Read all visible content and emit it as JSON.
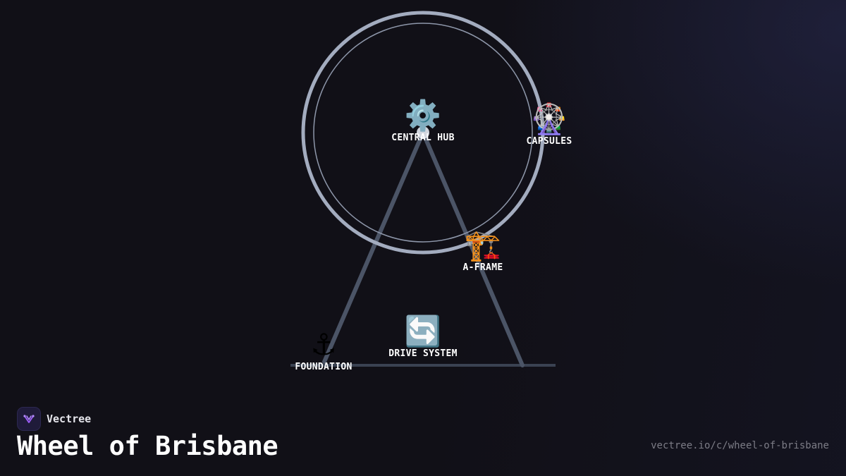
{
  "title": "Wheel of Brisbane",
  "brand": {
    "name": "Vectree",
    "logo_icon": "vectree-logo-icon",
    "logo_color": "#9b5cf6"
  },
  "url": "vectree.io/c/wheel-of-brisbane",
  "colors": {
    "background": "#111017",
    "wheel_rim": "#a3acbf",
    "structure": "#4b5466"
  },
  "nodes": {
    "hub": {
      "label": "CENTRAL HUB",
      "icon": "⚙️",
      "icon_name": "gear-icon"
    },
    "capsules": {
      "label": "CAPSULES",
      "icon": "🎡",
      "icon_name": "ferris-wheel-icon"
    },
    "aframe": {
      "label": "A-FRAME",
      "icon": "🏗️",
      "icon_name": "crane-icon"
    },
    "drive": {
      "label": "DRIVE SYSTEM",
      "icon": "🔄",
      "icon_name": "rotation-arrows-icon"
    },
    "foundation": {
      "label": "FOUNDATION",
      "icon": "⚓",
      "icon_name": "anchor-icon"
    }
  }
}
